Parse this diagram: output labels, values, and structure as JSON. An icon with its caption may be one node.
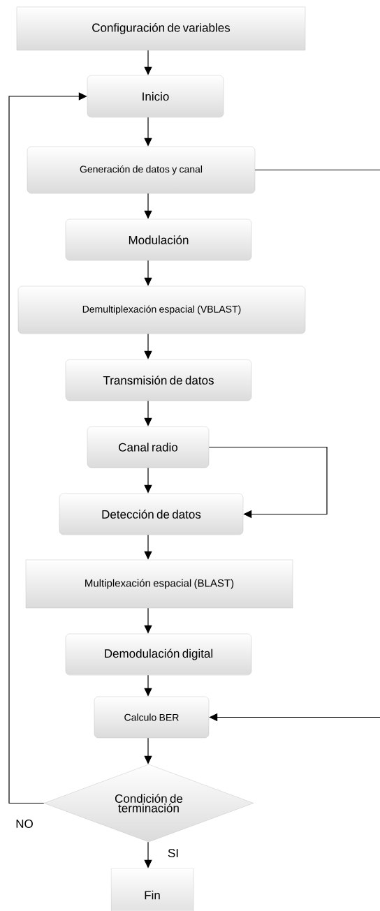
{
  "diagram": {
    "nodes": [
      {
        "text": [
          "Configuración de variables"
        ]
      },
      {
        "text": [
          "Inicio"
        ]
      },
      {
        "text": [
          "Generación de datos y canal"
        ]
      },
      {
        "text": [
          "Modulación"
        ]
      },
      {
        "text": [
          "Demultiplexación espacial (VBLAST)"
        ]
      },
      {
        "text": [
          "Transmisión de datos"
        ]
      },
      {
        "text": [
          "Canal radio"
        ]
      },
      {
        "text": [
          "Detección de datos"
        ]
      },
      {
        "text": [
          "Multiplexación espacial (BLAST)"
        ]
      },
      {
        "text": [
          "Demodulación digital"
        ]
      },
      {
        "text": [
          "Calculo BER"
        ]
      },
      {
        "text": [
          "Condición de terminación"
        ]
      },
      {
        "text": [
          "Fin"
        ]
      }
    ],
    "edges": [
      {
        "from": 0,
        "to": 1,
        "arrow": "to"
      },
      {
        "from": 1,
        "to": 2,
        "arrow": "to"
      },
      {
        "from": 2,
        "to": 3,
        "arrow": "to"
      },
      {
        "from": 3,
        "to": 4,
        "arrow": "to"
      },
      {
        "from": 4,
        "to": 5,
        "arrow": "to"
      },
      {
        "from": 5,
        "to": 6,
        "arrow": "to"
      },
      {
        "from": 6,
        "to": 7,
        "arrow": "to"
      },
      {
        "from": 7,
        "to": 8,
        "arrow": "to"
      },
      {
        "from": 8,
        "to": 9,
        "arrow": "to"
      },
      {
        "from": 9,
        "to": 10,
        "arrow": "to"
      },
      {
        "from": 10,
        "to": 11,
        "arrow": "to"
      },
      {
        "from": 11,
        "to": 12,
        "arrow": "to",
        "label": "SI"
      },
      {
        "from": 11,
        "to": 1,
        "arrow": "to",
        "label": "NO"
      },
      {
        "from": 6,
        "to": 7,
        "arrow": "to"
      },
      {
        "from": 2,
        "to": null,
        "arrow": "none"
      },
      {
        "from": null,
        "to": 10,
        "arrow": "to"
      }
    ]
  }
}
